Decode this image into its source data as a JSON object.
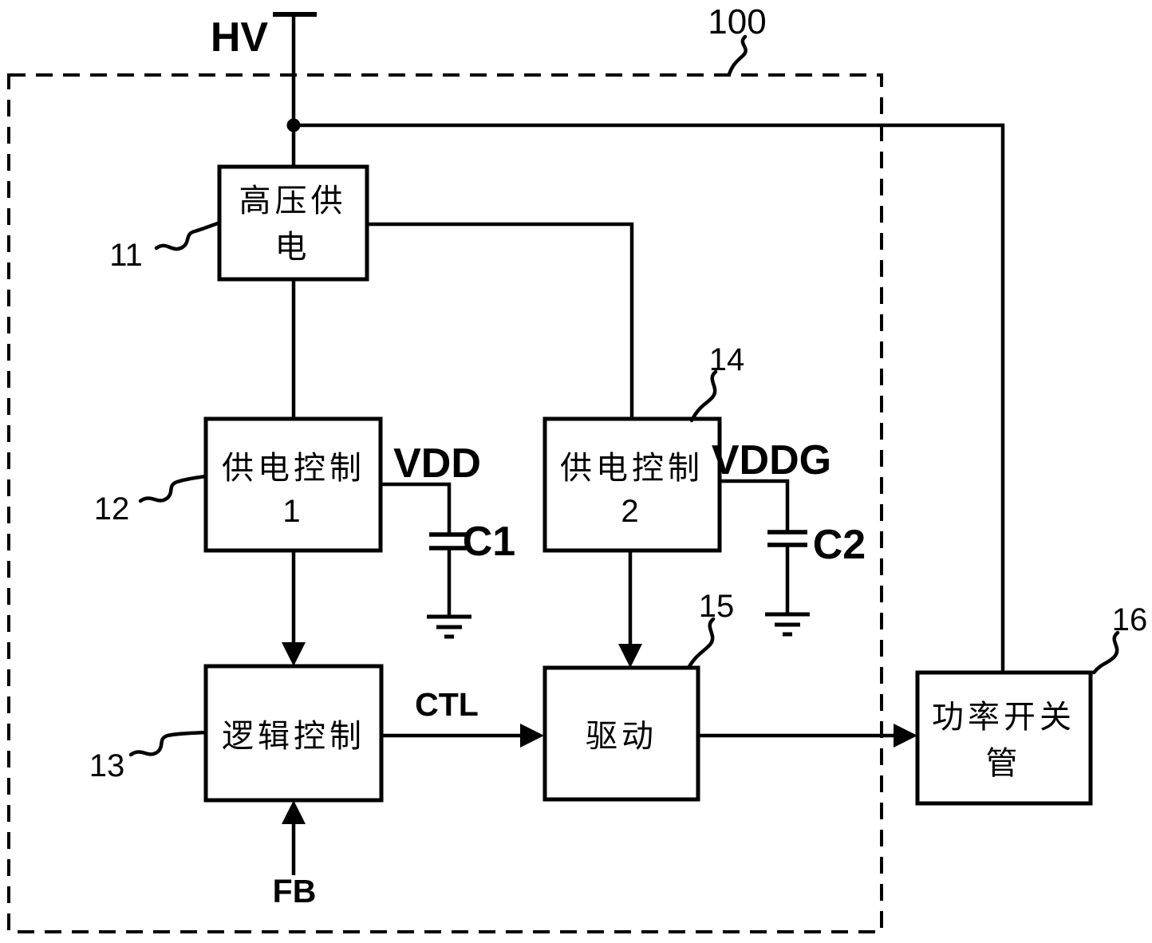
{
  "figure": {
    "ref_label": "100",
    "background_color": "#ffffff",
    "ink_color": "#000000"
  },
  "signals": {
    "hv": "HV",
    "vdd": "VDD",
    "vddg": "VDDG",
    "c1": "C1",
    "c2": "C2",
    "ctl": "CTL",
    "fb": "FB"
  },
  "blocks": {
    "hv_supply": {
      "line1": "高压供",
      "line2": "电",
      "ref": "11"
    },
    "supply_control_1": {
      "line1": "供电控制",
      "line2": "1",
      "ref": "12"
    },
    "supply_control_2": {
      "line1": "供电控制",
      "line2": "2",
      "ref": "14"
    },
    "logic_control": {
      "label": "逻辑控制",
      "ref": "13"
    },
    "driver": {
      "label": "驱动",
      "ref": "15"
    },
    "power_switch": {
      "line1": "功率开关",
      "line2": "管",
      "ref": "16"
    }
  }
}
